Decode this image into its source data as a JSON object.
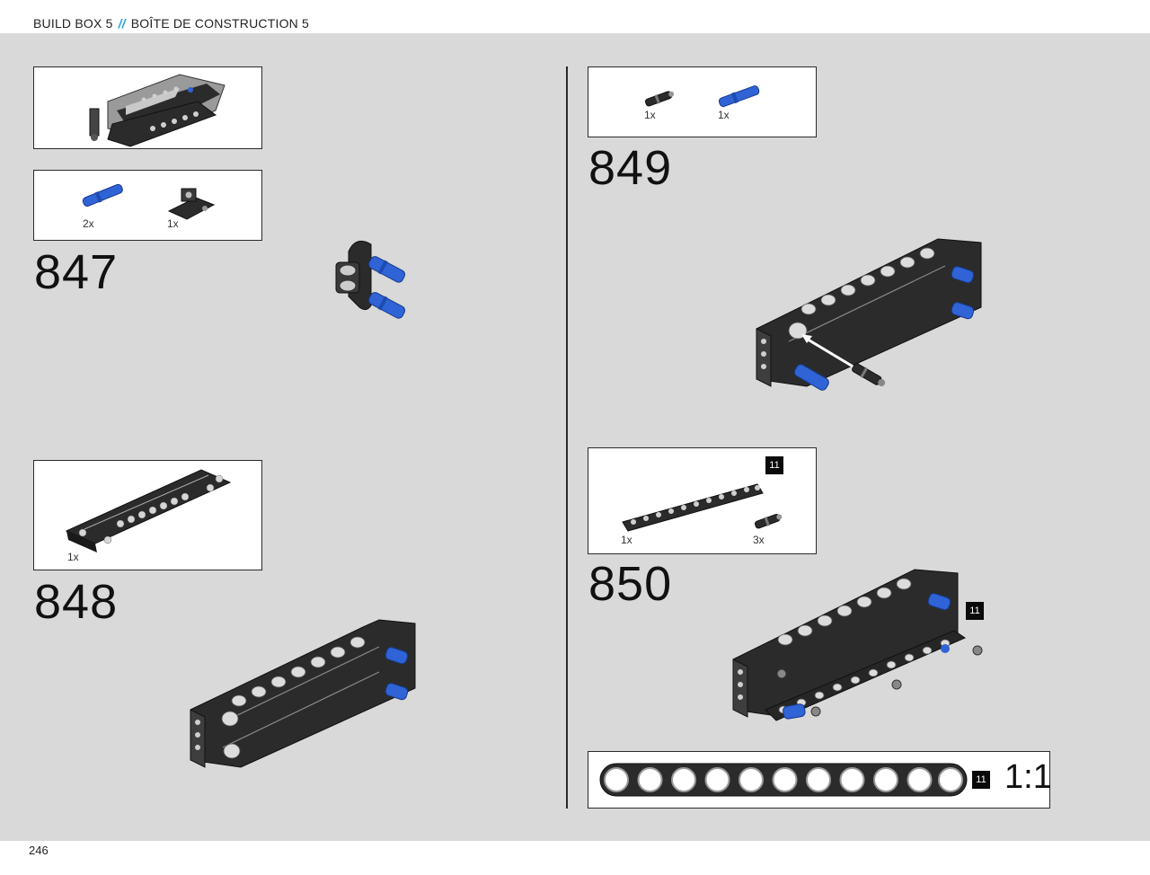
{
  "header": {
    "title_en": "BUILD BOX 5",
    "separator": "//",
    "title_fr": "BOÎTE DE CONSTRUCTION 5"
  },
  "page_number": "246",
  "colors": {
    "accent": "#2aa3d8",
    "part_blue": "#2f63d6",
    "beam": "#2b2b2b"
  },
  "left_column": {
    "subassembly_icon": "completed-subassembly",
    "step_847": {
      "number": "847",
      "parts": [
        {
          "icon": "blue-long-axle-pin",
          "qty": "2x"
        },
        {
          "icon": "black-pin-connector-block",
          "qty": "1x"
        }
      ]
    },
    "step_848": {
      "number": "848",
      "parts": [
        {
          "icon": "black-panel-beam",
          "qty": "1x"
        }
      ]
    }
  },
  "right_column": {
    "step_849": {
      "number": "849",
      "parts": [
        {
          "icon": "black-axle-pin",
          "qty": "1x"
        },
        {
          "icon": "blue-long-axle-pin",
          "qty": "1x"
        }
      ]
    },
    "step_850": {
      "number": "850",
      "parts": [
        {
          "icon": "black-11-hole-beam",
          "qty": "1x",
          "badge": "11"
        },
        {
          "icon": "black-axle-pin",
          "qty": "3x"
        }
      ],
      "callout_badge": "11"
    },
    "ruler": {
      "badge": "11",
      "holes": 11,
      "scale": "1:1"
    }
  }
}
